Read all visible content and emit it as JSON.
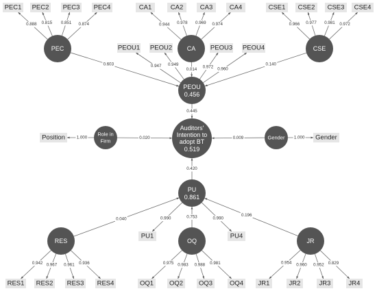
{
  "constructs": {
    "pec": {
      "label": "PEC"
    },
    "ca": {
      "label": "CA"
    },
    "cse": {
      "label": "CSE"
    },
    "peou": {
      "label": "PEOU",
      "r2": "0.456"
    },
    "intent": {
      "line1": "Auditors'",
      "line2": "Intention to",
      "line3": "adopt BT",
      "r2": "0.519"
    },
    "role": {
      "line1": "Role in",
      "line2": "Firm"
    },
    "gender": {
      "label": "Gender"
    },
    "pu": {
      "label": "PU",
      "r2": "0.861"
    },
    "res": {
      "label": "RES"
    },
    "oq": {
      "label": "OQ"
    },
    "jr": {
      "label": "JR"
    }
  },
  "indicators": {
    "pec1": "PEC1",
    "pec2": "PEC2",
    "pec3": "PEC3",
    "pec4": "PEC4",
    "ca1": "CA1",
    "ca2": "CA2",
    "ca3": "CA3",
    "ca4": "CA4",
    "cse1": "CSE1",
    "cse2": "CSE2",
    "cse3": "CSE3",
    "cse4": "CSE4",
    "peou1": "PEOU1",
    "peou2": "PEOU2",
    "peou3": "PEOU3",
    "peou4": "PEOU4",
    "position": "Position",
    "gender": "Gender",
    "pu1": "PU1",
    "pu4": "PU4",
    "res1": "RES1",
    "res2": "RES2",
    "res3": "RES3",
    "res4": "RES4",
    "oq1": "OQ1",
    "oq2": "OQ2",
    "oq3": "OQ3",
    "oq4": "OQ4",
    "jr1": "JR1",
    "jr2": "JR2",
    "jr3": "JR3",
    "jr4": "JR4"
  },
  "loadings": {
    "pec1": "0.888",
    "pec2": "0.815",
    "pec3": "0.851",
    "pec4": "0.874",
    "ca1": "0.944",
    "ca2": "0.978",
    "ca3": "0.969",
    "ca4": "0.974",
    "cse1": "0.966",
    "cse2": "0.977",
    "cse3": "0.981",
    "cse4": "0.972",
    "peou1": "0.947",
    "peou2": "0.949",
    "peou3": "0.972",
    "peou4": "0.960",
    "position": "1.000",
    "gender": "1.000",
    "pu1": "0.990",
    "pu4": "0.990",
    "res1": "0.942",
    "res2": "0.967",
    "res3": "0.961",
    "res4": "0.936",
    "oq1": "0.975",
    "oq2": "0.983",
    "oq3": "0.988",
    "oq4": "0.981",
    "jr1": "0.954",
    "jr2": "0.960",
    "jr3": "0.952",
    "jr4": "0.829"
  },
  "paths": {
    "pec_peou": "0.603",
    "ca_peou": "0.014",
    "cse_peou": "0.140",
    "peou_intent": "0.445",
    "role_intent": "0.020",
    "gender_intent": "0.009",
    "pu_intent": "0.420",
    "res_pu": "0.040",
    "oq_pu": "0.753",
    "jr_pu": "0.196"
  }
}
